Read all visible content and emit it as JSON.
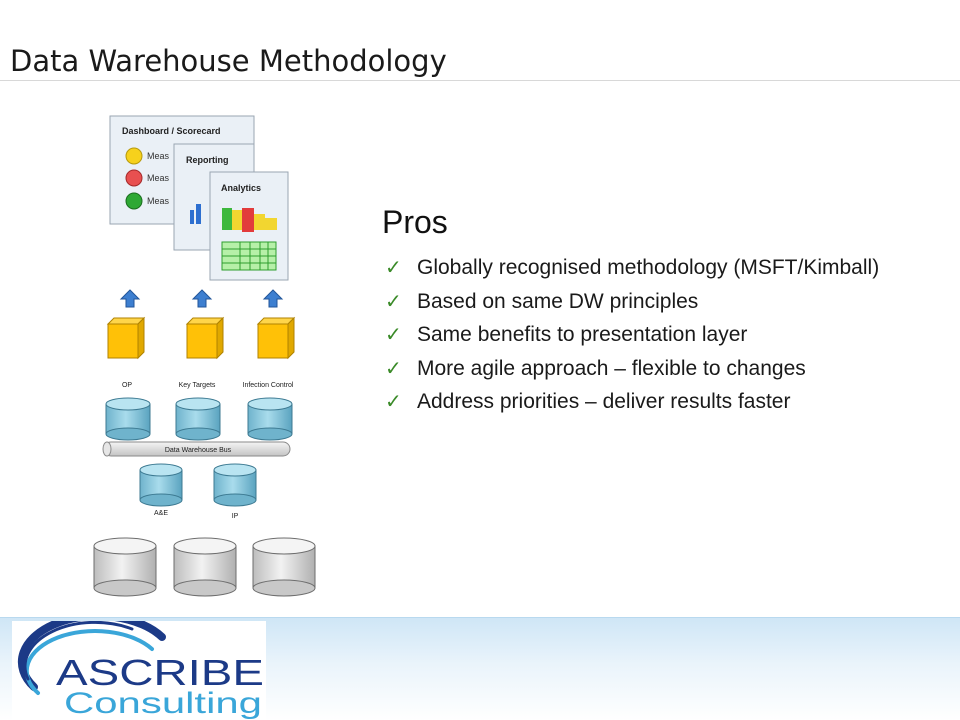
{
  "slide": {
    "title": "Data Warehouse Methodology"
  },
  "diagram": {
    "cards": {
      "dashboard_title": "Dashboard / Scorecard",
      "measure_label": "Meas",
      "reporting_title": "Reporting",
      "analytics_title": "Analytics"
    },
    "mart_labels": [
      "OP",
      "Key Targets",
      "Infection Control"
    ],
    "bus_label": "Data Warehouse Bus",
    "staging_labels": [
      "A&E",
      "IP"
    ],
    "colors": {
      "mart_fill": "#8ec9dc",
      "cube_fill": "#ffc107",
      "arrow_fill": "#3d7fd0",
      "source_fill": "#e0e0e0"
    }
  },
  "pros": {
    "heading": "Pros",
    "items": [
      "Globally recognised methodology (MSFT/Kimball)",
      "Based on same DW principles",
      "Same benefits to presentation layer",
      "More agile approach – flexible to changes",
      "Address priorities – deliver results faster"
    ]
  },
  "logo": {
    "line1": "ASCRIBE",
    "line2": "Consulting",
    "colors": {
      "line1": "#1c3a87",
      "line2": "#3aa6d9"
    }
  }
}
